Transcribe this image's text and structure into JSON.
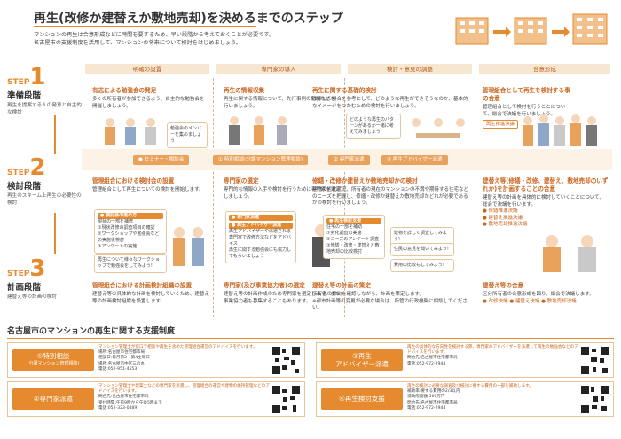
{
  "header": {
    "title_prefix": "再生(改修か建替えか敷地売却)を決める",
    "title_suffix": "までのステップ",
    "lines": [
      "マンションの再生は合意形成などに時間を要するため、早い段階から考えておくことが必要です。",
      "名古屋市の支援制度を活用して、マンションの将来について検討をはじめましょう。"
    ]
  },
  "columns": [
    "明確の設置",
    "専門家の導入",
    "検討・意見の調整",
    "合意形成"
  ],
  "steps": [
    {
      "label": "STEP",
      "num": "1",
      "name": "準備段階",
      "desc": "再生を提案する人の発意と自主的な検討"
    },
    {
      "label": "STEP",
      "num": "2",
      "name": "検討段階",
      "desc": "再生のスキーム上再生の必要性の検討"
    },
    {
      "label": "STEP",
      "num": "3",
      "name": "計画段階",
      "desc": "建替え等の計画の検討"
    }
  ],
  "step1": {
    "c1": {
      "h": "有志による勉強会の発足",
      "t": "多くの所有者が参加できるよう、自主的な勉強会を開催しましょう。"
    },
    "c2": {
      "h": "再生の情報収集",
      "t": "再生に関する情報について、先行事例の勉強などを行いましょう。"
    },
    "c3": {
      "h": "再生に関する基礎的検討",
      "t": "改修した場合を参考にして、どのような再生ができそうなのか、基本的なイメージをつかむための検討を行いましょう。"
    },
    "c4": {
      "h": "管理組合として再生を検討する事の合意",
      "t": "管理組合として検討を行うことについて、総会で決議を行いましょう。",
      "tag": "再生推進決議"
    },
    "note1": "勉強会のメンバーを集めましょう",
    "note2": "どのような再生のパターンがあるか一緒に考えてみましょう",
    "pills": [
      "● セミナー・相談会",
      "① 特別相談(分譲マンション管理相談)",
      "② 専門家派遣",
      "③ 再生アドバイザー派遣"
    ]
  },
  "step2": {
    "c1": {
      "h": "管理組合における検討会の設置",
      "t": "管理組合として再生についての検討を開始します。",
      "box_title": "● 検討会の進め方",
      "box_items": [
        "現状の一部を補修",
        "①現状改修の調査項目の確認",
        "②ワークショップや勉強会などの実施後検討",
        "③アンケートの実施"
      ],
      "speech": "再生について様々なワークショップで勉強会をしてみよう!"
    },
    "c2": {
      "h": "専門家の選定",
      "t": "専門的な情報の入手や検討を行うために専門家を選定しましょう。",
      "box_title": "● 専門家派遣",
      "box2_title": "● 再生アドバイザー派遣",
      "box_items": [
        "再生アドバイザーや派遣される専門家で改修方法などをアドバイス",
        "再生に関する勉強会にも協力してもらいましょう"
      ]
    },
    "c3": {
      "h": "修繕・改修か建替えか敷地売却かの検討",
      "t": "建物の劣化状況、所有者の現在のマンションの不満や期待する住宅などのニーズを把握し、修繕・改修か建替えか敷地売却かどれが必要であるかの検討を行いましょう。",
      "box_title": "● 再生検討支援",
      "box_items": [
        "住宅の一部を補助",
        "①劣化調査の実施",
        "②ニーズのアンケート調査",
        "③修繕・改修・建替えと敷地売却の比較検討"
      ],
      "speech": [
        "建物を詳しく調査してみよう!",
        "住民の意見を聞いてみよう!",
        "費用の比較もしてみよう!"
      ]
    },
    "c4": {
      "h": "建替え等(修繕・改修、建替え、敷地売却のいずれか)を計画することの合意",
      "t": "建替え等の計画を具体的に検討していくことについて、総会で決議を行います。",
      "items": [
        "● 修繕推進決議",
        "● 建替え推進決議",
        "● 敷地売却推進決議"
      ]
    }
  },
  "step3": {
    "c1": {
      "h": "管理組合における計画検討組織の設置",
      "t": "建替え等の具体的な計画を検討していくため、建替え等の計画検討組織を設置します。"
    },
    "c2": {
      "h": "専門家(及び事業協力者)の選定",
      "t": "建替え等の計画作成のため専門家を選定します。また事業協力者も募集することもあります。"
    },
    "c3": {
      "h": "建替え等の計画の策定",
      "t": "所有者の意向を確認しながら、計画を策定します。",
      "note": "※都市計画等の変更が必要な場合は、所管の行政機関に相談してください。"
    },
    "c4": {
      "h": "建替え等の合意",
      "t": "区分所有者の合意形成を図り、総会で決議します。",
      "items": [
        "● 改修決議",
        "● 建替え決議",
        "● 敷地売却決議"
      ]
    }
  },
  "support": {
    "title": "名古屋市のマンションの再生に関する支援制度",
    "items": [
      {
        "badge": "①特別相談",
        "badge_sub": "(分譲マンション管理相談)",
        "lead": "マンション管理士が窓口で相談や再生を含めた管理組合運営のアドバイスを行います。",
        "lines": [
          "場所:名古屋市住宅都市局",
          "相談日:毎月第2・第4土曜日",
          "場所:名古屋市中区三の丸",
          "電話:052-951-4553"
        ]
      },
      {
        "badge": "③再生",
        "badge_sub": "アドバイザー派遣",
        "lead": "再生の具体的な方向性を検討する際、専門家のアドバイザーを派遣して再生の勉強会などのアドバイスを行います。",
        "lines": [
          "問合先:名古屋市住宅都市局",
          "電話:052-972-2944"
        ]
      },
      {
        "badge": "②専門家派遣",
        "badge_sub": "",
        "lead": "マンション管理士や建築士などの専門家を派遣し、管理組合の運営や建物の維持管理などのアドバイスを行います。",
        "lines": [
          "問合先:名古屋市住宅都市局",
          "受付時間:午前9時から午後5時まで",
          "電話:052-323-0489"
        ]
      },
      {
        "badge": "④再生検討支援",
        "badge_sub": "",
        "lead": "再生の検討に必要な調査及び検討に要する費用の一部を補助します。",
        "lines": [
          "補助率:要する費用の2/3以内",
          "補助限度額:300万円",
          "問合先:名古屋市住宅都市局",
          "電話:052-972-2944"
        ]
      }
    ]
  },
  "colors": {
    "accent": "#e58a2e",
    "light": "#fcf2e6"
  }
}
